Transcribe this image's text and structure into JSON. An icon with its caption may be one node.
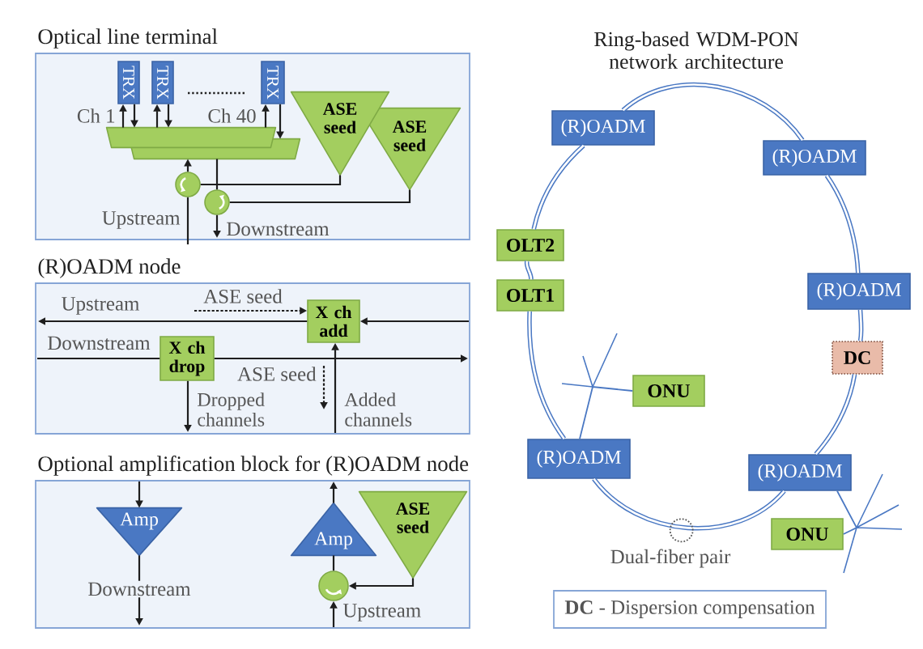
{
  "diagram": {
    "title": "Ring-based WDM-PON network architecture",
    "nodes": [
      {
        "text": [
          "Optical line terminal"
        ]
      },
      {
        "text": [
          "TRX"
        ],
        "in": 0
      },
      {
        "text": [
          "TRX"
        ],
        "in": 0
      },
      {
        "text": [
          "TRX"
        ],
        "in": 0
      },
      {
        "text": [
          "ASE seed"
        ],
        "in": 0
      },
      {
        "text": [
          "ASE seed"
        ],
        "in": 0
      },
      {
        "text": [],
        "shape": "trapezoid",
        "in": 0
      },
      {
        "text": [],
        "shape": "trapezoid",
        "in": 0
      },
      {
        "text": [],
        "shape": "circle",
        "in": 0
      },
      {
        "text": [],
        "shape": "circle",
        "in": 0
      },
      {
        "text": [
          "(R)OADM node"
        ]
      },
      {
        "text": [
          "X ch add"
        ],
        "in": 10
      },
      {
        "text": [
          "X ch drop"
        ],
        "in": 10
      },
      {
        "text": [
          "Optional amplification block for (R)OADM node"
        ]
      },
      {
        "text": [
          "Amp"
        ],
        "in": 13
      },
      {
        "text": [
          "Amp"
        ],
        "in": 13
      },
      {
        "text": [
          "ASE seed"
        ],
        "in": 13
      },
      {
        "text": [],
        "shape": "circle",
        "in": 13
      },
      {
        "text": [
          "(R)OADM"
        ]
      },
      {
        "text": [
          "(R)OADM"
        ]
      },
      {
        "text": [
          "OLT2"
        ]
      },
      {
        "text": [
          "OLT1"
        ]
      },
      {
        "text": [
          "(R)OADM"
        ]
      },
      {
        "text": [
          "DC"
        ]
      },
      {
        "text": [
          "ONU"
        ]
      },
      {
        "text": [
          "(R)OADM"
        ]
      },
      {
        "text": [
          "(R)OADM"
        ]
      },
      {
        "text": [
          "ONU"
        ]
      }
    ],
    "edges": [
      {
        "from": 6,
        "to": 1,
        "arrow": "to"
      },
      {
        "from": 1,
        "to": 6,
        "arrow": "to"
      },
      {
        "from": 6,
        "to": 2,
        "arrow": "to"
      },
      {
        "from": 2,
        "to": 6,
        "arrow": "to"
      },
      {
        "from": 6,
        "to": 3,
        "arrow": "to"
      },
      {
        "from": 3,
        "to": 7,
        "arrow": "to"
      },
      {
        "from": 8,
        "to": 7,
        "arrow": "to"
      },
      {
        "from": 7,
        "to": 9,
        "arrow": "none"
      },
      {
        "from": 4,
        "to": 8,
        "arrow": "none"
      },
      {
        "from": 5,
        "to": 9,
        "arrow": "none"
      },
      {
        "from": 8,
        "to": null,
        "arrow": "none",
        "label": "Upstream"
      },
      {
        "from": 9,
        "to": null,
        "arrow": "to",
        "label": "Downstream"
      },
      {
        "from": null,
        "to": 11,
        "arrow": "to"
      },
      {
        "from": 11,
        "to": null,
        "arrow": "to",
        "label": "Upstream"
      },
      {
        "from": null,
        "to": 11,
        "arrow": "to",
        "label": "ASE seed",
        "style": "dashed"
      },
      {
        "from": null,
        "to": 12,
        "arrow": "none",
        "label": "Downstream"
      },
      {
        "from": 12,
        "to": null,
        "arrow": "to"
      },
      {
        "from": 12,
        "to": null,
        "arrow": "to",
        "label": "Dropped channels"
      },
      {
        "from": null,
        "to": 11,
        "arrow": "to",
        "label": "Added channels"
      },
      {
        "from": null,
        "to": 14,
        "arrow": "to"
      },
      {
        "from": 14,
        "to": null,
        "arrow": "to",
        "label": "Downstream"
      },
      {
        "from": 15,
        "to": null,
        "arrow": "to"
      },
      {
        "from": 17,
        "to": 15,
        "arrow": "none"
      },
      {
        "from": 16,
        "to": 17,
        "arrow": "to"
      },
      {
        "from": null,
        "to": 17,
        "arrow": "to",
        "label": "Upstream"
      },
      {
        "from": 18,
        "to": 19,
        "arrow": "none",
        "style": "thick",
        "color": "#4a78c3"
      },
      {
        "from": 19,
        "to": 22,
        "arrow": "none",
        "style": "thick",
        "color": "#4a78c3"
      },
      {
        "from": 22,
        "to": 23,
        "arrow": "none",
        "style": "thick",
        "color": "#4a78c3"
      },
      {
        "from": 23,
        "to": 26,
        "arrow": "none",
        "style": "thick",
        "color": "#4a78c3"
      },
      {
        "from": 26,
        "to": 25,
        "arrow": "none",
        "style": "thick",
        "color": "#4a78c3"
      },
      {
        "from": 25,
        "to": 21,
        "arrow": "none",
        "style": "thick",
        "color": "#4a78c3"
      },
      {
        "from": 21,
        "to": 20,
        "arrow": "none",
        "style": "thick",
        "color": "#4a78c3"
      },
      {
        "from": 20,
        "to": 18,
        "arrow": "none",
        "style": "thick",
        "color": "#4a78c3"
      },
      {
        "from": 25,
        "to": 24,
        "arrow": "none",
        "color": "#4a78c3"
      },
      {
        "from": 26,
        "to": 27,
        "arrow": "none",
        "color": "#4a78c3"
      }
    ],
    "labels": [
      "Ch 1",
      "Ch 40",
      "ASE seed",
      "Dual-fiber pair",
      "**DC** - Dispersion compensation"
    ]
  }
}
